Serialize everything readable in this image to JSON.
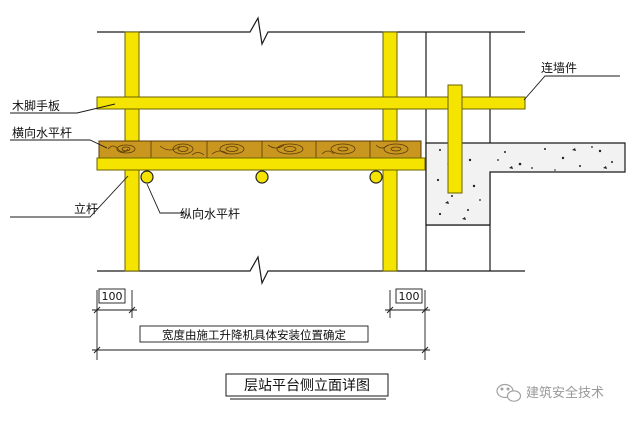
{
  "labels": {
    "wood_board": "木脚手板",
    "horizontal_bar": "横向水平杆",
    "upright_pole": "立杆",
    "longitudinal_bar": "纵向水平杆",
    "wall_tie": "连墙件"
  },
  "dimensions": {
    "left_offset": "100",
    "right_offset": "100",
    "width_note": "宽度由施工升降机具体安装位置确定"
  },
  "title": "层站平台侧立面详图",
  "watermark": "建筑安全技术",
  "colors": {
    "steel": "#f5e400",
    "steel_outline": "#6b6200",
    "wood": "#c9971f",
    "wood_grain": "#5a3a0a",
    "concrete": "#f2f2f2",
    "line": "#1a1a1a"
  },
  "icons": {
    "watermark": "wechat-icon"
  }
}
